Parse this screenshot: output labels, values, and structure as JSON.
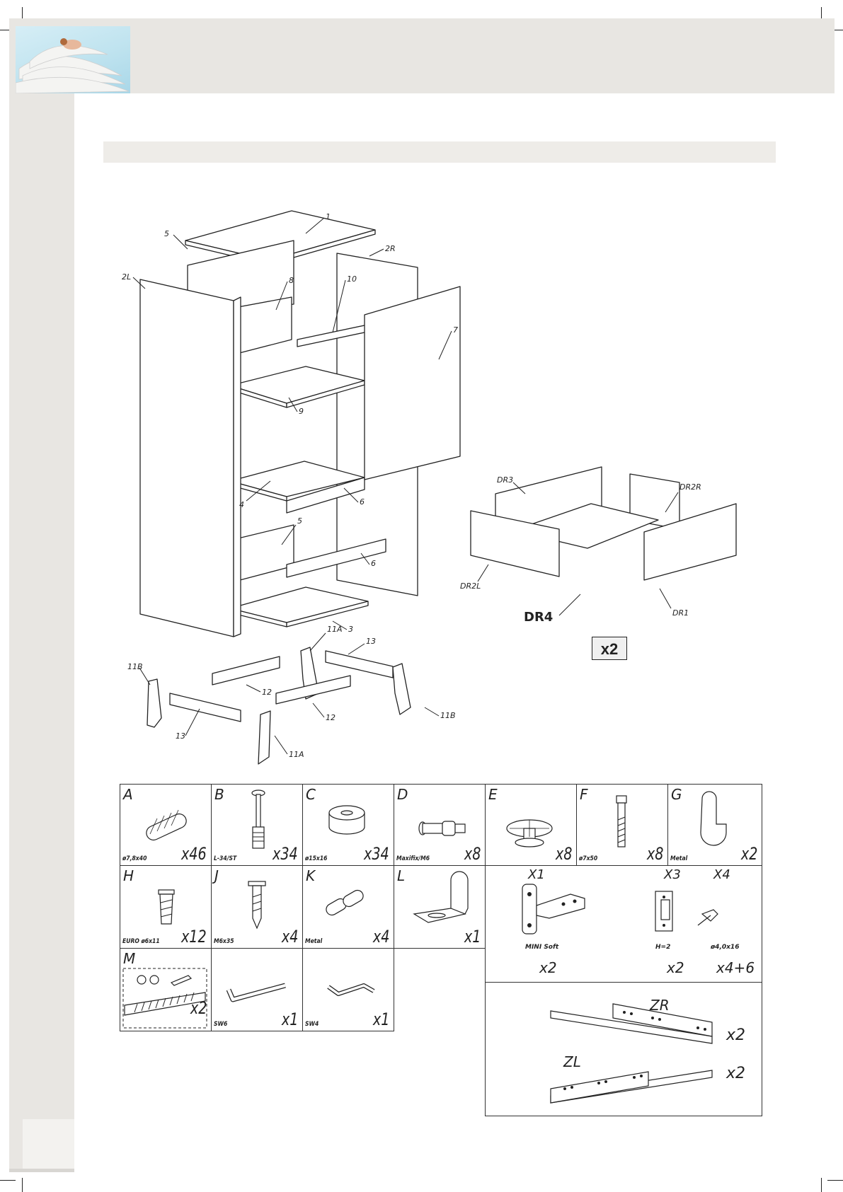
{
  "exploded_view": {
    "callouts": {
      "p1": "1",
      "p5a": "5",
      "p2r": "2R",
      "p2l": "2L",
      "p8": "8",
      "p10": "10",
      "p7": "7",
      "p9": "9",
      "p4": "4",
      "p6a": "6",
      "p5b": "5",
      "p6b": "6",
      "p3": "3",
      "p11a_top": "11A",
      "p13_right": "13",
      "p11b_left": "11B",
      "p12_left": "12",
      "p12_mid": "12",
      "p13_left": "13",
      "p11a_bottom": "11A",
      "p11b_right": "11B"
    },
    "drawer": {
      "dr3": "DR3",
      "dr2r": "DR2R",
      "dr2l": "DR2L",
      "dr4": "DR4",
      "dr1": "DR1",
      "count": "x2"
    }
  },
  "hardware": {
    "a": {
      "letter": "A",
      "spec": "ø7,8x40",
      "qty": "x46"
    },
    "b": {
      "letter": "B",
      "spec": "L-34/ST",
      "qty": "x34"
    },
    "c": {
      "letter": "C",
      "spec": "ø15x16",
      "qty": "x34"
    },
    "d": {
      "letter": "D",
      "spec": "Maxifix/M6",
      "qty": "x8"
    },
    "e": {
      "letter": "E",
      "spec": "",
      "qty": "x8"
    },
    "f": {
      "letter": "F",
      "spec": "ø7x50",
      "qty": "x8"
    },
    "g": {
      "letter": "G",
      "spec": "Metal",
      "qty": "x2"
    },
    "h": {
      "letter": "H",
      "spec": "EURO ø6x11",
      "qty": "x12"
    },
    "j": {
      "letter": "J",
      "spec": "M6x35",
      "qty": "x4"
    },
    "k": {
      "letter": "K",
      "spec": "Metal",
      "qty": "x4"
    },
    "l": {
      "letter": "L",
      "spec": "",
      "qty": "x1"
    },
    "m": {
      "letter": "M",
      "spec": "",
      "qty": "x2"
    },
    "sw6": {
      "spec": "SW6",
      "qty": "x1"
    },
    "sw4": {
      "spec": "SW4",
      "qty": "x1"
    },
    "x1": {
      "letter": "X1",
      "spec": "MINI Soft",
      "qty": "x2"
    },
    "x3": {
      "letter": "X3",
      "spec": "H=2",
      "qty": "x2"
    },
    "x4": {
      "letter": "X4",
      "spec": "ø4,0x16",
      "qty": "x4+6"
    },
    "zr": {
      "label": "ZR",
      "qty": "x2"
    },
    "zl": {
      "label": "ZL",
      "qty": "x2"
    }
  }
}
